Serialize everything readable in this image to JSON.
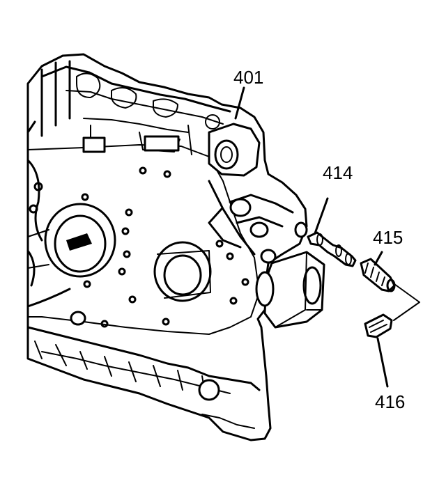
{
  "callouts": {
    "c401": "401",
    "c414": "414",
    "c415": "415",
    "c416": "416"
  }
}
